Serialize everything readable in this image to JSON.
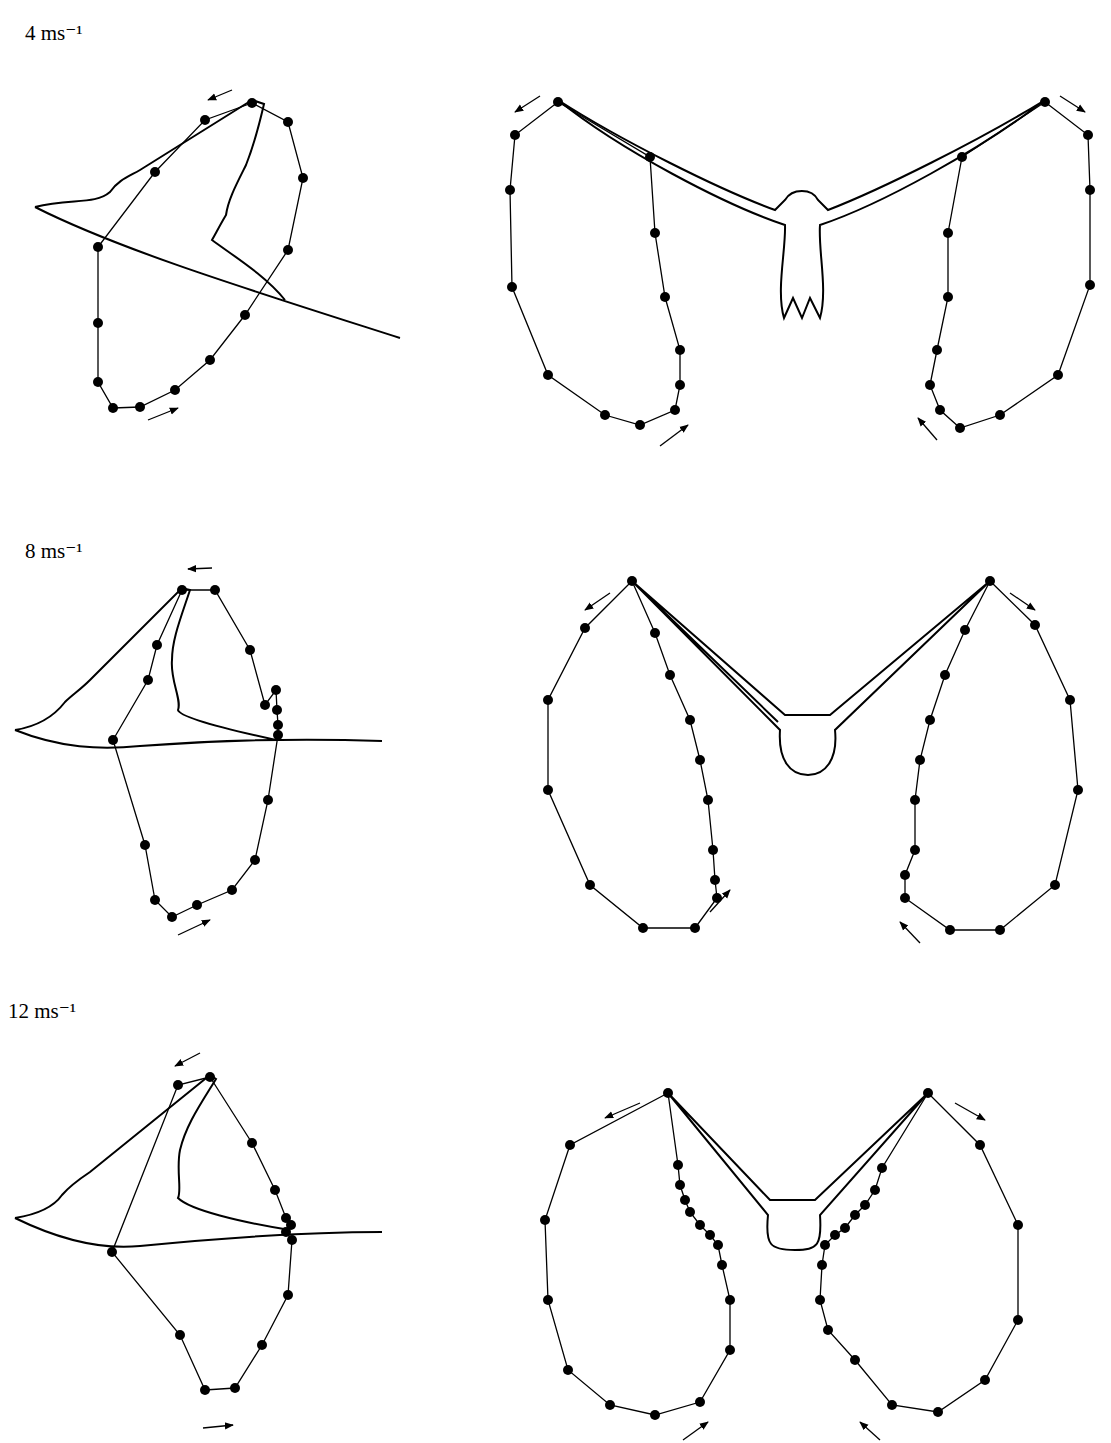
{
  "diagram": {
    "labels": [
      "4 ms⁻¹",
      "8 ms⁻¹",
      "12 ms⁻¹"
    ]
  }
}
